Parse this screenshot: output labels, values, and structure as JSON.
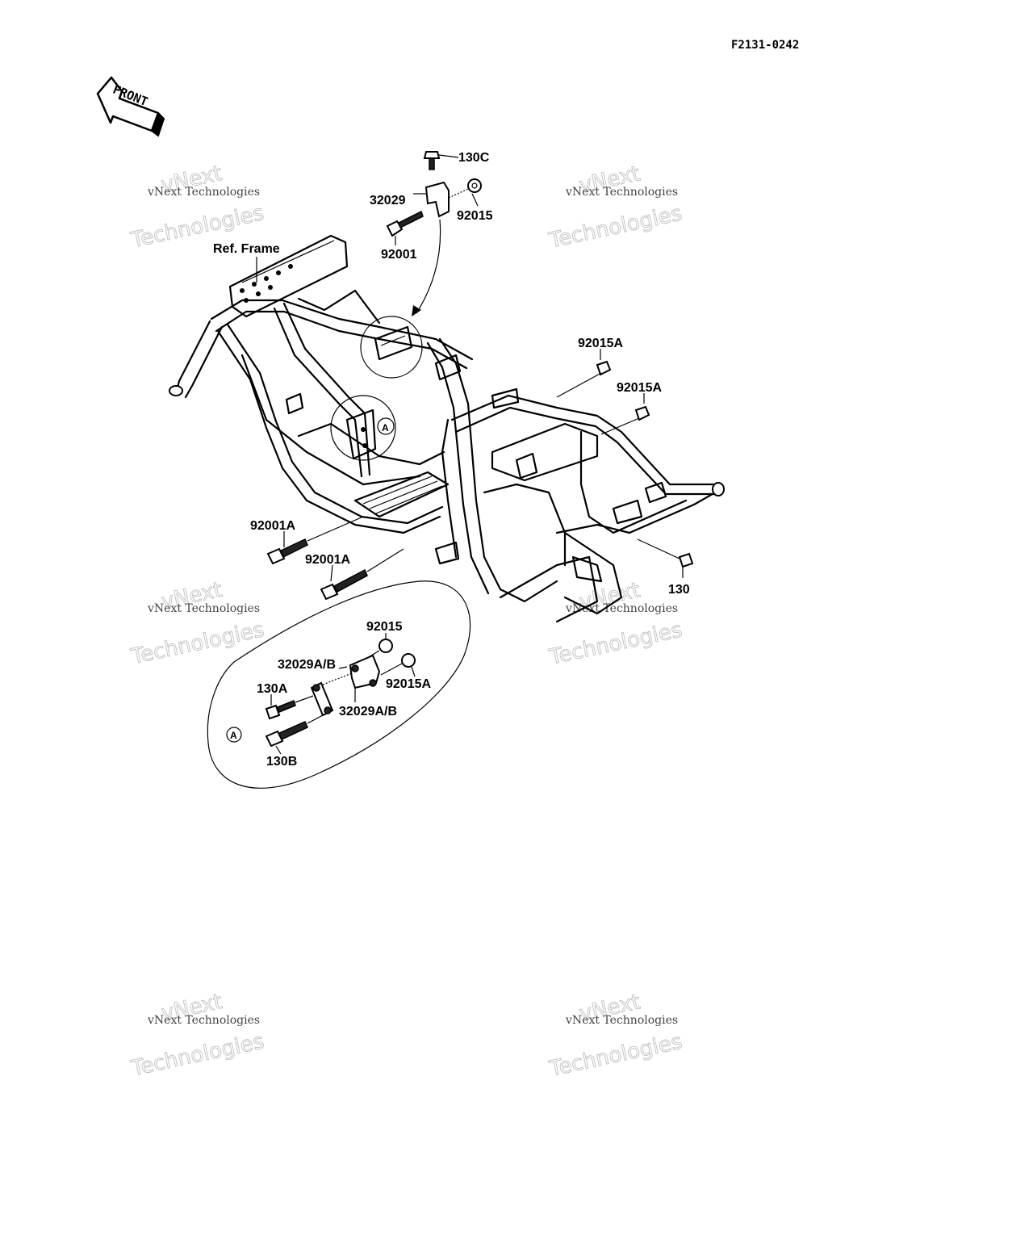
{
  "document_number": "F2131-0242",
  "front_indicator": "FRONT",
  "reference_label": "Ref. Frame",
  "detail_marker": "A",
  "watermark": {
    "line1": "vNext",
    "line2": "vNext Technologies",
    "line3": "Technologies"
  },
  "callouts": {
    "c130C": "130C",
    "c32029": "32029",
    "c92015_top": "92015",
    "c92001": "92001",
    "c92015A_1": "92015A",
    "c92015A_2": "92015A",
    "c92001A_1": "92001A",
    "c92001A_2": "92001A",
    "c130": "130",
    "c92015_detail": "92015",
    "c32029AB_1": "32029A/B",
    "c130A": "130A",
    "c92015A_detail": "92015A",
    "c32029AB_2": "32029A/B",
    "c130B": "130B"
  }
}
